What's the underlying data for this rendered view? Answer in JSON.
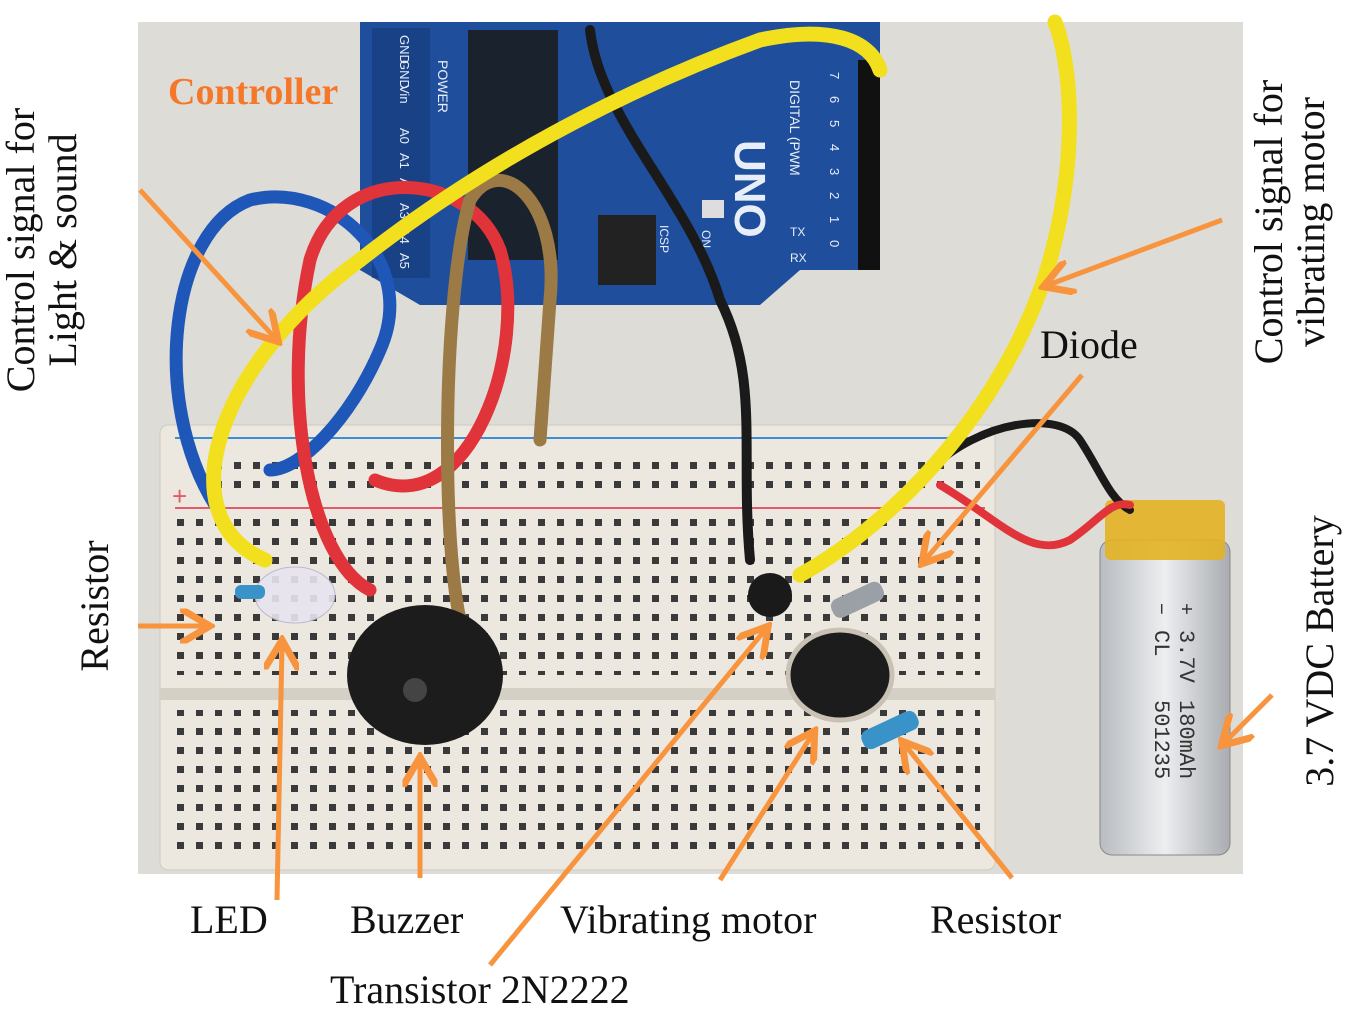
{
  "photo": {
    "controller_label": "Controller",
    "board_text": {
      "uno": "UNO",
      "power_pins": [
        "GND",
        "GND",
        "Vin"
      ],
      "power": "POWER",
      "analog_pins": [
        "A0",
        "A1",
        "A2",
        "A3",
        "A4",
        "A5"
      ],
      "digital": "DIGITAL (PWM",
      "digital_pins": [
        "7",
        "6",
        "5",
        "4",
        "3",
        "2",
        "1",
        "0"
      ],
      "tx": "TX",
      "rx": "RX",
      "on": "ON",
      "icsp": "ICSP"
    },
    "battery_text": {
      "minus": "−",
      "plus": "+",
      "brand": "CL",
      "voltage": "3.7V",
      "model": "501235",
      "capacity": "180mAh"
    }
  },
  "labels": {
    "control_light_sound_line1": "Control signal for",
    "control_light_sound_line2": "Light & sound",
    "control_motor_line1": "Control signal for",
    "control_motor_line2": "vibrating  motor",
    "diode": "Diode",
    "resistor_left": "Resistor",
    "battery": "3.7 VDC Battery",
    "led": "LED",
    "buzzer": "Buzzer",
    "vibrating_motor": "Vibrating motor",
    "resistor_bottom": "Resistor",
    "transistor": "Transistor  2N2222"
  },
  "colors": {
    "arrow": "#f7943d",
    "controller_text": "#f5782a",
    "board": "#1f4f9c",
    "breadboard": "#ece8df",
    "wire_yellow": "#f2df1e",
    "wire_red": "#e0333a",
    "wire_blue": "#1f57b8",
    "wire_brown": "#9c7a46",
    "wire_black": "#1a1a1a",
    "battery": "#e3b323"
  }
}
